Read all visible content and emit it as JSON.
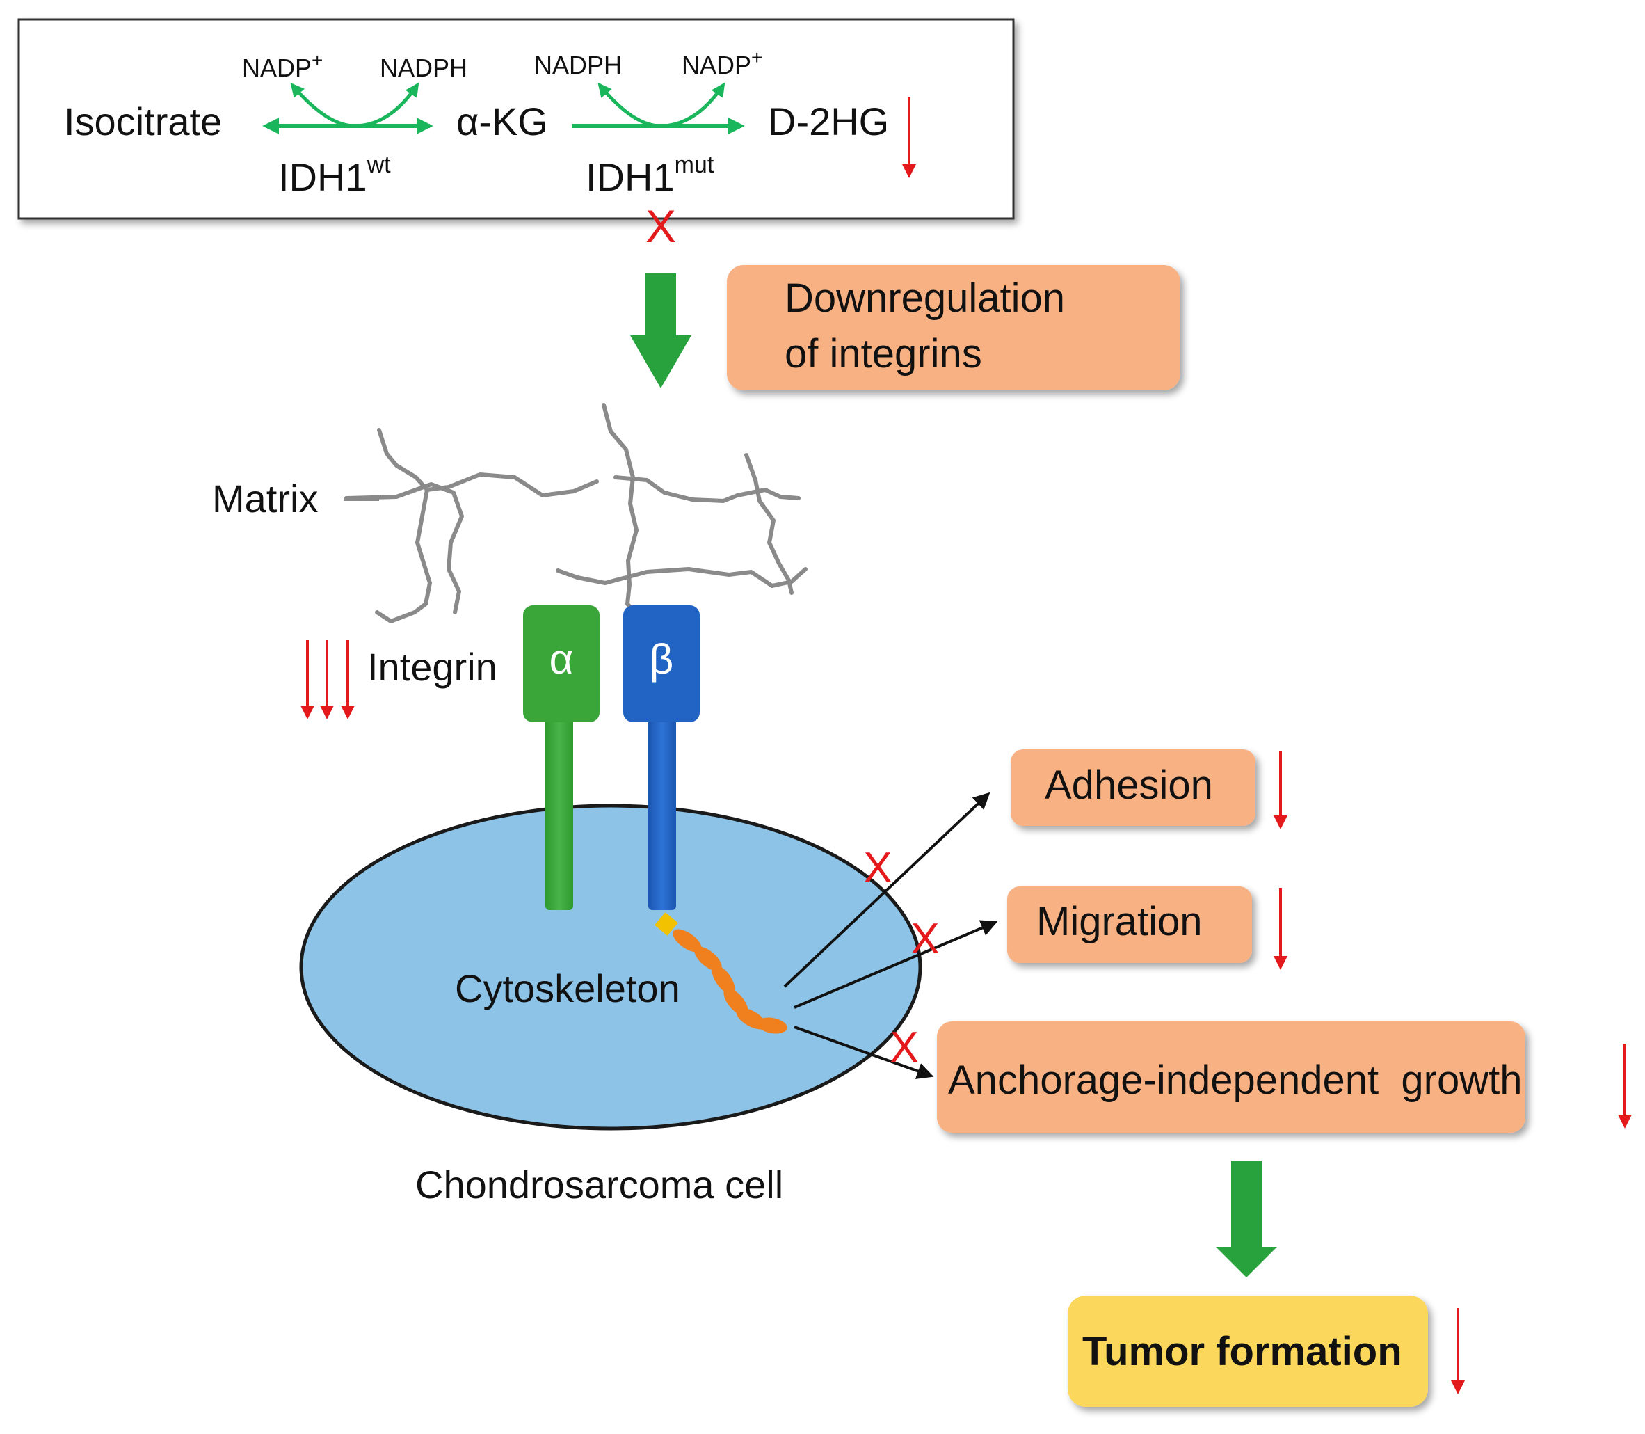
{
  "colors": {
    "green_arrow": "#27a23c",
    "reaction_arrow": "#19b65c",
    "red": "#e3191c",
    "box_orange": "#f8b183",
    "box_yellow": "#fbd75b",
    "cell_blue": "#8dc3e6",
    "alpha_green": "#3aa63a",
    "beta_blue": "#2164c4",
    "matrix_gray": "#8a8a8a",
    "cytoskeleton_orange": "#f07f1e"
  },
  "reaction": {
    "substrate": "Isocitrate",
    "intermediate": "α-KG",
    "product": "D-2HG",
    "enzyme_wt": "IDH1",
    "enzyme_wt_sup": "wt",
    "enzyme_mut": "IDH1",
    "enzyme_mut_sup": "mut",
    "cofactor_left_in": "NADP",
    "cofactor_left_in_sup": "+",
    "cofactor_left_out": "NADPH",
    "cofactor_right_in": "NADPH",
    "cofactor_right_out": "NADP",
    "cofactor_right_out_sup": "+"
  },
  "marks": {
    "block": "X"
  },
  "boxes": {
    "downregulation_line1": "Downregulation",
    "downregulation_line2": "of integrins",
    "adhesion": "Adhesion",
    "migration": "Migration",
    "anchorage": "Anchorage-independent  growth",
    "tumor": "Tumor formation"
  },
  "labels": {
    "matrix": "Matrix",
    "integrin": "Integrin",
    "alpha": "α",
    "beta": "β",
    "cytoskeleton": "Cytoskeleton",
    "cell": "Chondrosarcoma cell"
  }
}
